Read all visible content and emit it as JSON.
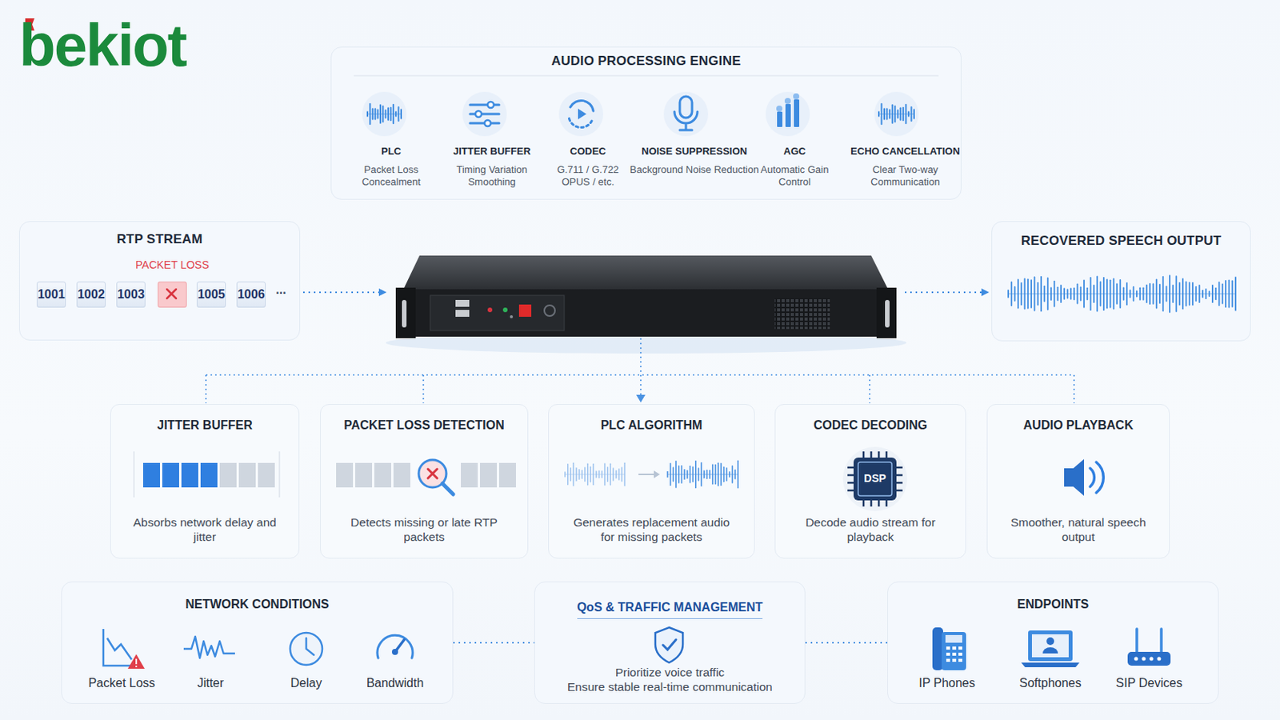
{
  "diagram": {
    "nodes": [
      {
        "text": [
          "AUDIO PROCESSING ENGINE"
        ]
      },
      {
        "text": [
          "PLC",
          "Packet Loss Concealment"
        ],
        "in": 0
      },
      {
        "text": [
          "JITTER BUFFER",
          "Timing Variation Smoothing"
        ],
        "in": 0
      },
      {
        "text": [
          "CODEC",
          "G.711 / G.722 OPUS / etc."
        ],
        "in": 0
      },
      {
        "text": [
          "NOISE SUPPRESSION",
          "Background Noise Reduction"
        ],
        "in": 0
      },
      {
        "text": [
          "AGC",
          "Automatic Gain Control"
        ],
        "in": 0
      },
      {
        "text": [
          "ECHO CANCELLATION",
          "Clear Two-way Communication"
        ],
        "in": 0
      },
      {
        "text": [
          "RTP STREAM"
        ]
      },
      {
        "text": [
          "1001"
        ],
        "in": 7
      },
      {
        "text": [
          "1002"
        ],
        "in": 7
      },
      {
        "text": [
          "1003"
        ],
        "in": 7
      },
      {
        "text": [
          "PACKET LOSS"
        ],
        "in": 7
      },
      {
        "text": [
          "1005"
        ],
        "in": 7
      },
      {
        "text": [
          "1006"
        ],
        "in": 7
      },
      {
        "text": [
          "RECOVERED SPEECH OUTPUT"
        ]
      },
      {
        "text": [
          "JITTER BUFFER",
          "Absorbs network delay and jitter"
        ]
      },
      {
        "text": [
          "PACKET LOSS DETECTION",
          "Detects missing or late RTP packets"
        ]
      },
      {
        "text": [
          "PLC ALGORITHM",
          "Generates replacement audio for missing packets"
        ]
      },
      {
        "text": [
          "CODEC DECODING",
          "Decode audio stream for playback"
        ]
      },
      {
        "text": [
          "AUDIO PLAYBACK",
          "Smoother, natural speech output"
        ]
      },
      {
        "text": [
          "NETWORK CONDITIONS"
        ]
      },
      {
        "text": [
          "QoS & TRAFFIC MANAGEMENT",
          "Prioritize voice traffic",
          "Ensure stable real-time communication"
        ]
      },
      {
        "text": [
          "ENDPOINTS"
        ]
      }
    ],
    "edges": [
      {
        "from": 20,
        "to": 21,
        "arrow": "none"
      },
      {
        "from": 21,
        "to": 22,
        "arrow": "none"
      }
    ],
    "labels": [
      "bekiot",
      "...",
      "DSP",
      "Packet Loss",
      "Jitter",
      "Delay",
      "Bandwidth",
      "IP Phones",
      "Softphones",
      "SIP Devices"
    ]
  }
}
